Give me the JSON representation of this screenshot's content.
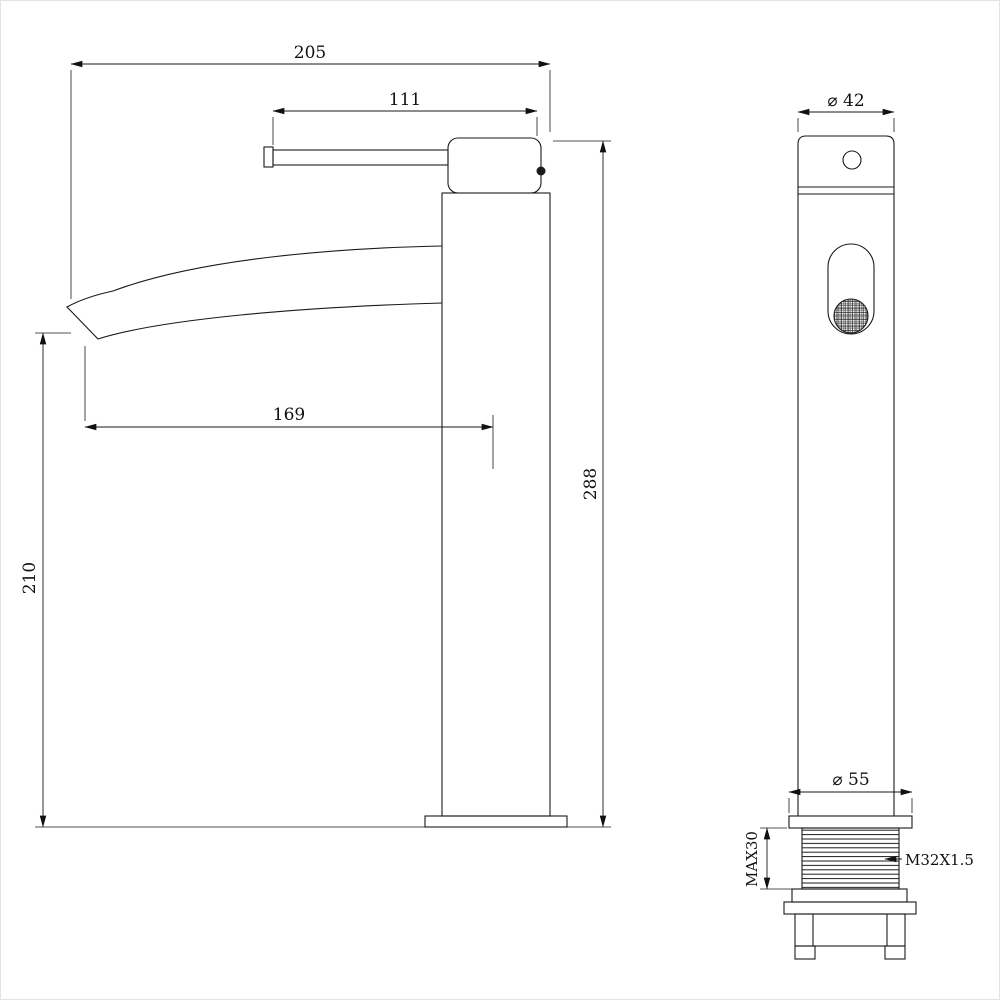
{
  "drawing": {
    "kind": "faucet-technical-drawing",
    "colors": {
      "line": "#1a1a1a",
      "background": "#ffffff"
    },
    "side_view": {
      "dim_overall_length": "205",
      "dim_handle_length": "111",
      "dim_spout_reach": "169",
      "dim_spout_height": "210",
      "dim_total_height": "288"
    },
    "front_view": {
      "dim_top_diameter": "⌀ 42",
      "dim_base_diameter": "⌀ 55",
      "dim_max_mounting": "MAX30",
      "dim_thread": "M32X1.5"
    }
  }
}
